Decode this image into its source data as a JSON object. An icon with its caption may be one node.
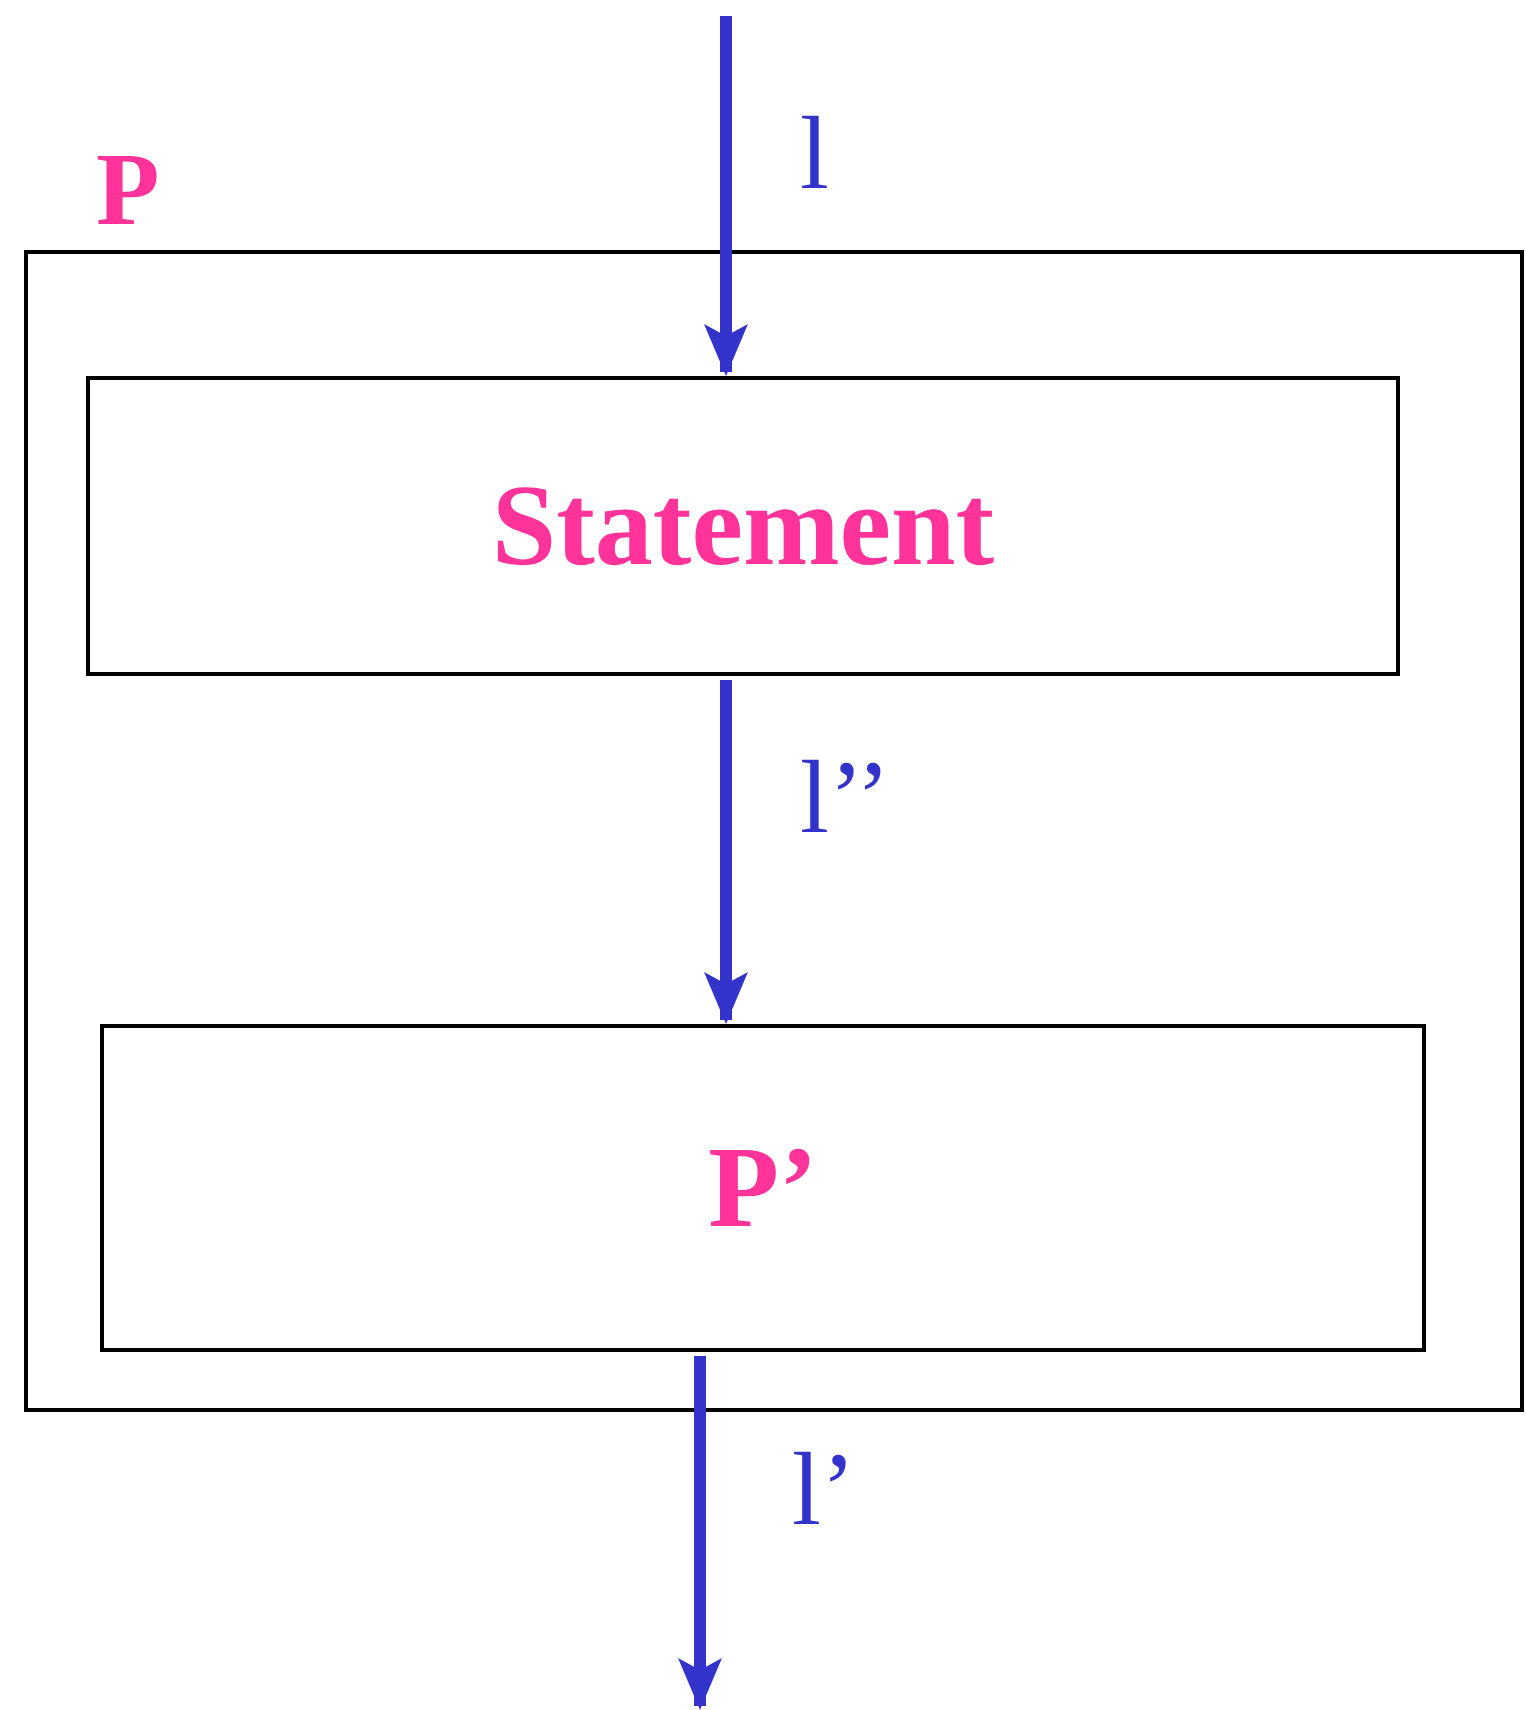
{
  "diagram": {
    "nodes": [
      {
        "text": [
          "P"
        ]
      },
      {
        "text": [
          "Statement"
        ],
        "in": 0
      },
      {
        "text": [
          "P’"
        ],
        "in": 0
      }
    ],
    "edges": [
      {
        "from": null,
        "to": 1,
        "arrow": "to",
        "label": "l"
      },
      {
        "from": 1,
        "to": 2,
        "arrow": "to",
        "label": "l’’"
      },
      {
        "from": 2,
        "to": null,
        "arrow": "to",
        "label": "l’"
      }
    ]
  }
}
